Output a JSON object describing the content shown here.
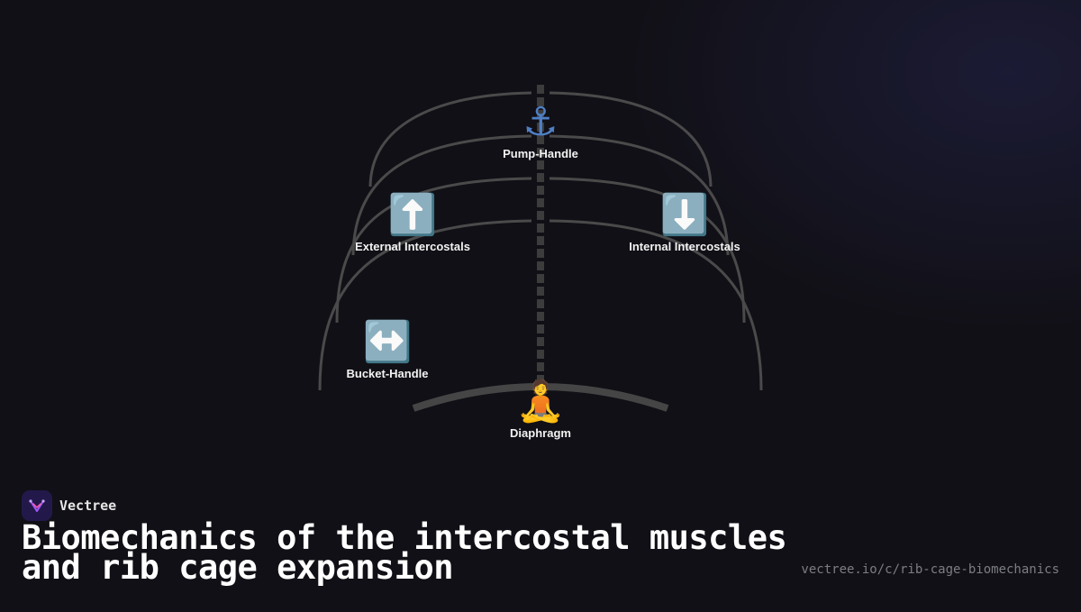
{
  "diagram": {
    "nodes": [
      {
        "id": "pump",
        "icon": "anchor-icon",
        "glyph": "⚓",
        "label": "Pump-Handle"
      },
      {
        "id": "external",
        "icon": "up-arrow-icon",
        "glyph": "⬆️",
        "label": "External Intercostals"
      },
      {
        "id": "internal",
        "icon": "down-arrow-icon",
        "glyph": "⬇️",
        "label": "Internal Intercostals"
      },
      {
        "id": "bucket",
        "icon": "left-right-arrow-icon",
        "glyph": "↔️",
        "label": "Bucket-Handle"
      },
      {
        "id": "diaphragm",
        "icon": "meditating-person-icon",
        "glyph": "🧘",
        "label": "Diaphragm"
      }
    ],
    "colors": {
      "rib": "#4a4a4a",
      "spine": "#3c3c3c",
      "diaphragm": "#454545"
    }
  },
  "brand": {
    "name": "Vectree",
    "logo_icon": "vectree-logo-icon"
  },
  "title": "Biomechanics of the intercostal muscles and rib cage expansion",
  "url": "vectree.io/c/rib-cage-biomechanics"
}
